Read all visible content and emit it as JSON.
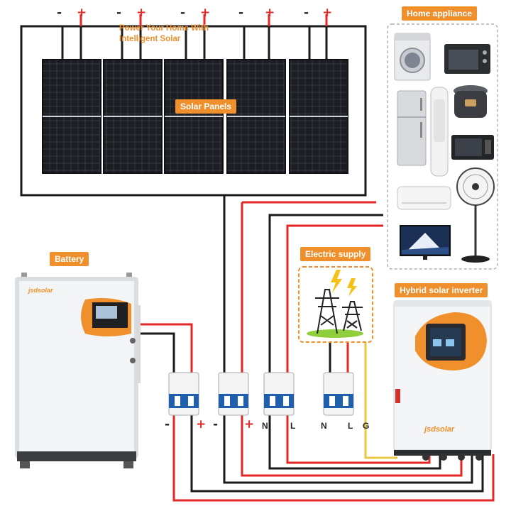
{
  "headline": {
    "line1": "Power Your Home With",
    "line2": "Intelligent Solar"
  },
  "labels": {
    "solar_panels": "Solar Panels",
    "home_appliance": "Home appliance",
    "battery": "Battery",
    "electric_supply": "Electric supply",
    "inverter": "Hybrid solar inverter"
  },
  "panel_polarity": [
    "-",
    "+",
    "-",
    "+",
    "-",
    "+",
    "-",
    "+",
    "-",
    "+"
  ],
  "terminals": {
    "battery_minus": "-",
    "battery_plus": "+",
    "pv_minus": "-",
    "pv_plus": "+",
    "n1": "N",
    "l1": "L",
    "n2": "N",
    "l2": "L",
    "g": "G"
  },
  "brand": "jsdsolar",
  "appliances": [
    "washing-machine",
    "oven",
    "refrigerator",
    "air-conditioner-tower",
    "rice-cooker",
    "microwave",
    "wall-air-conditioner",
    "standing-fan",
    "television"
  ],
  "colors": {
    "accent": "#f0902c",
    "positive": "#e32626",
    "negative": "#1a1a1a",
    "ground": "#e8c840",
    "breaker": "#1f5fae"
  }
}
